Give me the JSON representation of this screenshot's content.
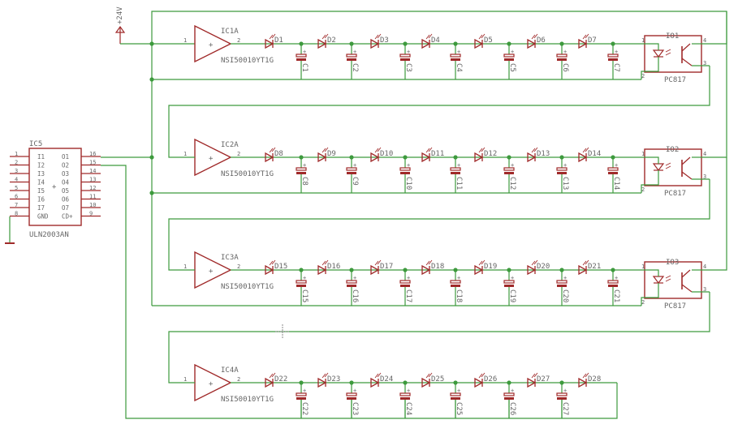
{
  "colors": {
    "wire": "#3d9a3d",
    "part": "#a02a2a",
    "text": "#666666",
    "junction": "#3d9a3d",
    "background": "#ffffff"
  },
  "power": {
    "label": "+24V",
    "name": "supply-24v"
  },
  "ic5": {
    "ref": "IC5",
    "value": "ULN2003AN",
    "left_pins": [
      {
        "num": "1",
        "name": "I1"
      },
      {
        "num": "2",
        "name": "I2"
      },
      {
        "num": "3",
        "name": "I3"
      },
      {
        "num": "4",
        "name": "I4"
      },
      {
        "num": "5",
        "name": "I5"
      },
      {
        "num": "6",
        "name": "I6"
      },
      {
        "num": "7",
        "name": "I7"
      },
      {
        "num": "8",
        "name": "GND"
      }
    ],
    "right_pins": [
      {
        "num": "16",
        "name": "O1"
      },
      {
        "num": "15",
        "name": "O2"
      },
      {
        "num": "14",
        "name": "O3"
      },
      {
        "num": "13",
        "name": "O4"
      },
      {
        "num": "12",
        "name": "O5"
      },
      {
        "num": "11",
        "name": "O6"
      },
      {
        "num": "10",
        "name": "O7"
      },
      {
        "num": "9",
        "name": "CD+"
      }
    ]
  },
  "rows": [
    {
      "amp": "IC1A",
      "amp_value": "NSI50010YT1G",
      "pin_in": "1",
      "pin_out": "2",
      "diodes": [
        "D1",
        "D2",
        "D3",
        "D4",
        "D5",
        "D6",
        "D7"
      ],
      "caps": [
        "C1",
        "C2",
        "C3",
        "C4",
        "C5",
        "C6",
        "C7"
      ],
      "opto": {
        "ref": "IO1",
        "value": "PC817",
        "pins": [
          "1",
          "2",
          "4",
          "3"
        ]
      }
    },
    {
      "amp": "IC2A",
      "amp_value": "NSI50010YT1G",
      "pin_in": "1",
      "pin_out": "2",
      "diodes": [
        "D8",
        "D9",
        "D10",
        "D11",
        "D12",
        "D13",
        "D14"
      ],
      "caps": [
        "C8",
        "C9",
        "C10",
        "C11",
        "C12",
        "C13",
        "C14"
      ],
      "opto": {
        "ref": "IO2",
        "value": "PC817",
        "pins": [
          "1",
          "2",
          "4",
          "3"
        ]
      }
    },
    {
      "amp": "IC3A",
      "amp_value": "NSI50010YT1G",
      "pin_in": "1",
      "pin_out": "2",
      "diodes": [
        "D15",
        "D16",
        "D17",
        "D18",
        "D19",
        "D20",
        "D21"
      ],
      "caps": [
        "C15",
        "C16",
        "C17",
        "C18",
        "C19",
        "C20",
        "C21"
      ],
      "opto": {
        "ref": "IO3",
        "value": "PC817",
        "pins": [
          "1",
          "2",
          "4",
          "3"
        ]
      }
    },
    {
      "amp": "IC4A",
      "amp_value": "NSI50010YT1G",
      "pin_in": "1",
      "pin_out": "2",
      "diodes": [
        "D22",
        "D23",
        "D24",
        "D25",
        "D26",
        "D27",
        "D28"
      ],
      "caps": [
        "C22",
        "C23",
        "C24",
        "C25",
        "C26",
        "C27"
      ],
      "opto": null
    }
  ]
}
